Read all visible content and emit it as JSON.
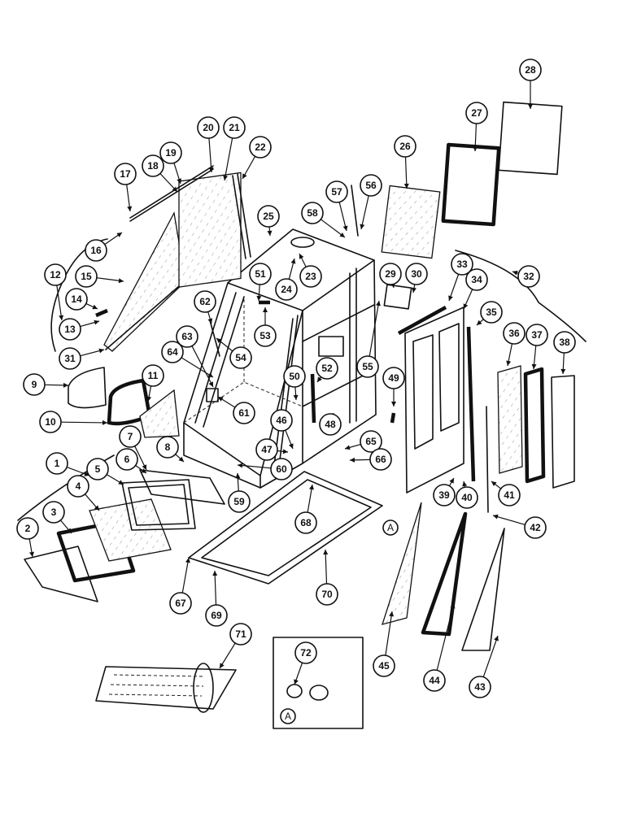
{
  "callouts": [
    {
      "label": "1"
    },
    {
      "label": "2"
    },
    {
      "label": "3"
    },
    {
      "label": "4"
    },
    {
      "label": "5"
    },
    {
      "label": "6"
    },
    {
      "label": "7"
    },
    {
      "label": "8"
    },
    {
      "label": "9"
    },
    {
      "label": "10"
    },
    {
      "label": "11"
    },
    {
      "label": "12"
    },
    {
      "label": "13"
    },
    {
      "label": "14"
    },
    {
      "label": "15"
    },
    {
      "label": "16"
    },
    {
      "label": "17"
    },
    {
      "label": "18"
    },
    {
      "label": "19"
    },
    {
      "label": "20"
    },
    {
      "label": "21"
    },
    {
      "label": "22"
    },
    {
      "label": "23"
    },
    {
      "label": "24"
    },
    {
      "label": "25"
    },
    {
      "label": "26"
    },
    {
      "label": "27"
    },
    {
      "label": "28"
    },
    {
      "label": "29"
    },
    {
      "label": "30"
    },
    {
      "label": "31"
    },
    {
      "label": "32"
    },
    {
      "label": "33"
    },
    {
      "label": "34"
    },
    {
      "label": "35"
    },
    {
      "label": "36"
    },
    {
      "label": "37"
    },
    {
      "label": "38"
    },
    {
      "label": "39"
    },
    {
      "label": "40"
    },
    {
      "label": "41"
    },
    {
      "label": "42"
    },
    {
      "label": "43"
    },
    {
      "label": "44"
    },
    {
      "label": "45"
    },
    {
      "label": "46"
    },
    {
      "label": "47"
    },
    {
      "label": "48"
    },
    {
      "label": "49"
    },
    {
      "label": "50"
    },
    {
      "label": "51"
    },
    {
      "label": "52"
    },
    {
      "label": "53"
    },
    {
      "label": "54"
    },
    {
      "label": "55"
    },
    {
      "label": "56"
    },
    {
      "label": "57"
    },
    {
      "label": "58"
    },
    {
      "label": "59"
    },
    {
      "label": "60"
    },
    {
      "label": "61"
    },
    {
      "label": "62"
    },
    {
      "label": "63"
    },
    {
      "label": "64"
    },
    {
      "label": "65"
    },
    {
      "label": "66"
    },
    {
      "label": "67"
    },
    {
      "label": "68"
    },
    {
      "label": "69"
    },
    {
      "label": "70"
    },
    {
      "label": "71"
    },
    {
      "label": "72"
    }
  ],
  "detail_refs": [
    {
      "label": "A"
    },
    {
      "label": "A"
    }
  ]
}
